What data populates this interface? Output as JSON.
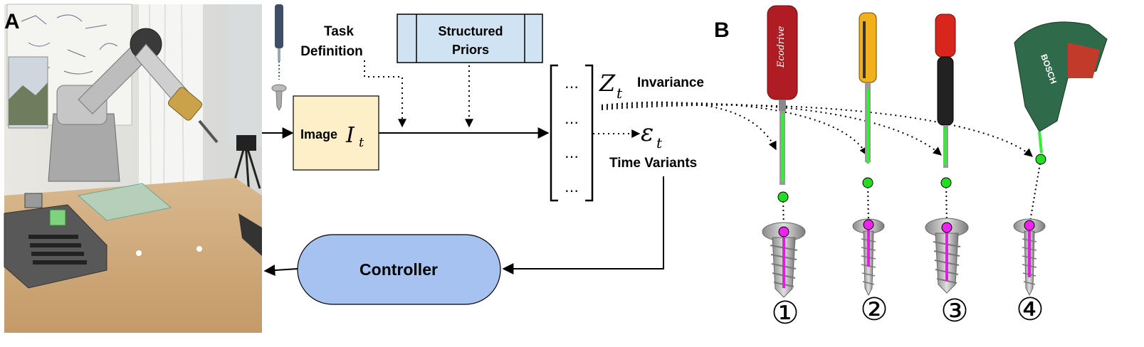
{
  "panel_a": {
    "label": "A",
    "task": {
      "line1": "Task",
      "line2": "Definition"
    },
    "priors": {
      "line1": "Structured",
      "line2": "Priors"
    },
    "image": {
      "label": "Image",
      "symbol": "I",
      "subscript": "t"
    },
    "latent": {
      "symbol": "Z",
      "subscript": "t",
      "label": "Invariance",
      "cells": [
        "…",
        "…",
        "…",
        "…"
      ]
    },
    "variant": {
      "symbol": "ε",
      "subscript": "t",
      "label": "Time Variants"
    },
    "controller": {
      "label": "Controller"
    }
  },
  "panel_b": {
    "label": "B",
    "tools": [
      {
        "id": "1",
        "marker": "①",
        "type": "red screwdriver"
      },
      {
        "id": "2",
        "marker": "②",
        "type": "yellow screwdriver"
      },
      {
        "id": "3",
        "marker": "③",
        "type": "red-black screwdriver"
      },
      {
        "id": "4",
        "marker": "④",
        "type": "electric screwdriver"
      }
    ],
    "photo_marks": {
      "drill_brand": "BOSCH",
      "handle_text": "Ecodrive"
    }
  },
  "colors": {
    "image_box": "#fdf0c8",
    "priors_box": "#cfe3f3",
    "controller": "#a6c2f0",
    "green_dot": "#22dd22",
    "magenta_dot": "#ee22ee",
    "axis_green": "#33ee33",
    "axis_magenta": "#dd22dd"
  }
}
